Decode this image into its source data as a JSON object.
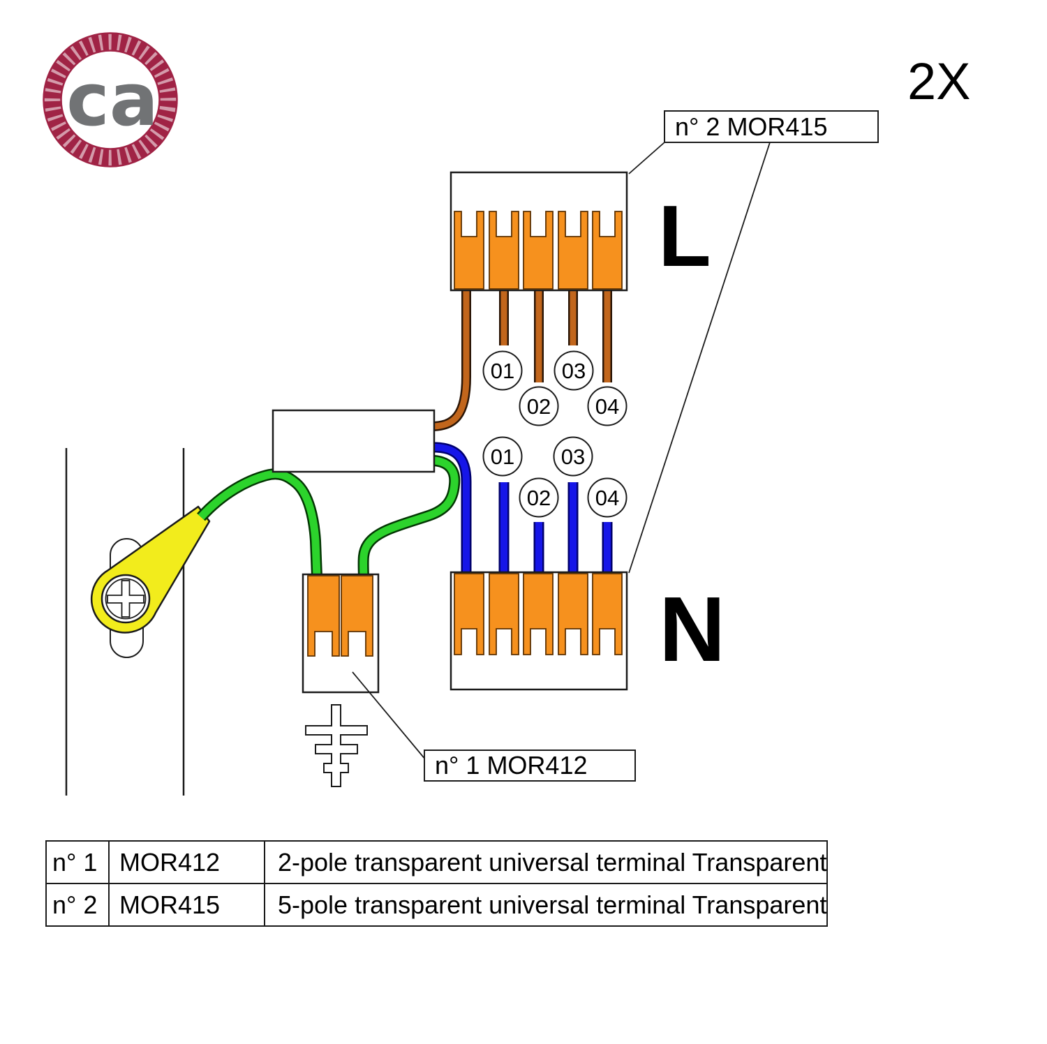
{
  "logo": {
    "text": "ca",
    "ring_color": "#A02345",
    "text_color": "#717375"
  },
  "quantity_label": "2X",
  "callouts": {
    "mor415": "n° 2 MOR415",
    "mor412": "n° 1 MOR412"
  },
  "terminals": {
    "line_letter": "L",
    "neutral_letter": "N",
    "line_wire_markers": [
      "01",
      "02",
      "03",
      "04"
    ],
    "neutral_wire_markers": [
      "01",
      "02",
      "03",
      "04"
    ]
  },
  "colors": {
    "terminal_orange": "#F6911E",
    "terminal_outline": "#5C3000",
    "line_wire_brown": "#C2661C",
    "neutral_wire_blue": "#1616E8",
    "earth_wire_green": "#2CD32C",
    "ring_terminal_yellow": "#F2EC1C",
    "line_color": "#1a1a1a"
  },
  "parts_table": {
    "rows": [
      {
        "no": "n° 1",
        "code": "MOR412",
        "description": "2-pole transparent universal terminal Transparent"
      },
      {
        "no": "n° 2",
        "code": "MOR415",
        "description": "5-pole transparent universal terminal Transparent"
      }
    ]
  }
}
